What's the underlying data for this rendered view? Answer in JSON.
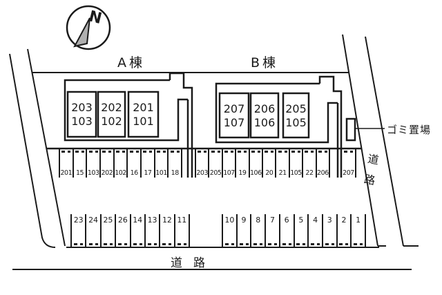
{
  "compass": {
    "label": "N"
  },
  "buildings": [
    {
      "name": "A棟",
      "units": [
        {
          "upper": "203",
          "lower": "103"
        },
        {
          "upper": "202",
          "lower": "102"
        },
        {
          "upper": "201",
          "lower": "101"
        }
      ]
    },
    {
      "name": "B棟",
      "units": [
        {
          "upper": "207",
          "lower": "107"
        },
        {
          "upper": "206",
          "lower": "106"
        },
        {
          "upper": "205",
          "lower": "105"
        }
      ]
    }
  ],
  "labels": {
    "garbage": "ゴミ置場",
    "road_side": "道路",
    "road_bottom": "道路"
  },
  "parking": {
    "middle_left": [
      "201",
      "15",
      "103",
      "202",
      "102",
      "16",
      "17",
      "101",
      "18"
    ],
    "middle_center": [
      "203",
      "205",
      "107",
      "19",
      "106",
      "20",
      "21",
      "105",
      "22",
      "206"
    ],
    "middle_end": [
      "207"
    ],
    "bottom_left": [
      "23",
      "24",
      "25",
      "26",
      "14",
      "13",
      "12",
      "11"
    ],
    "bottom_right": [
      "10",
      "9",
      "8",
      "7",
      "6",
      "5",
      "4",
      "3",
      "2",
      "1"
    ]
  },
  "colors": {
    "ink": "#1a1a1a",
    "background": "#ffffff",
    "needle_fill": "#b0b0b0"
  }
}
